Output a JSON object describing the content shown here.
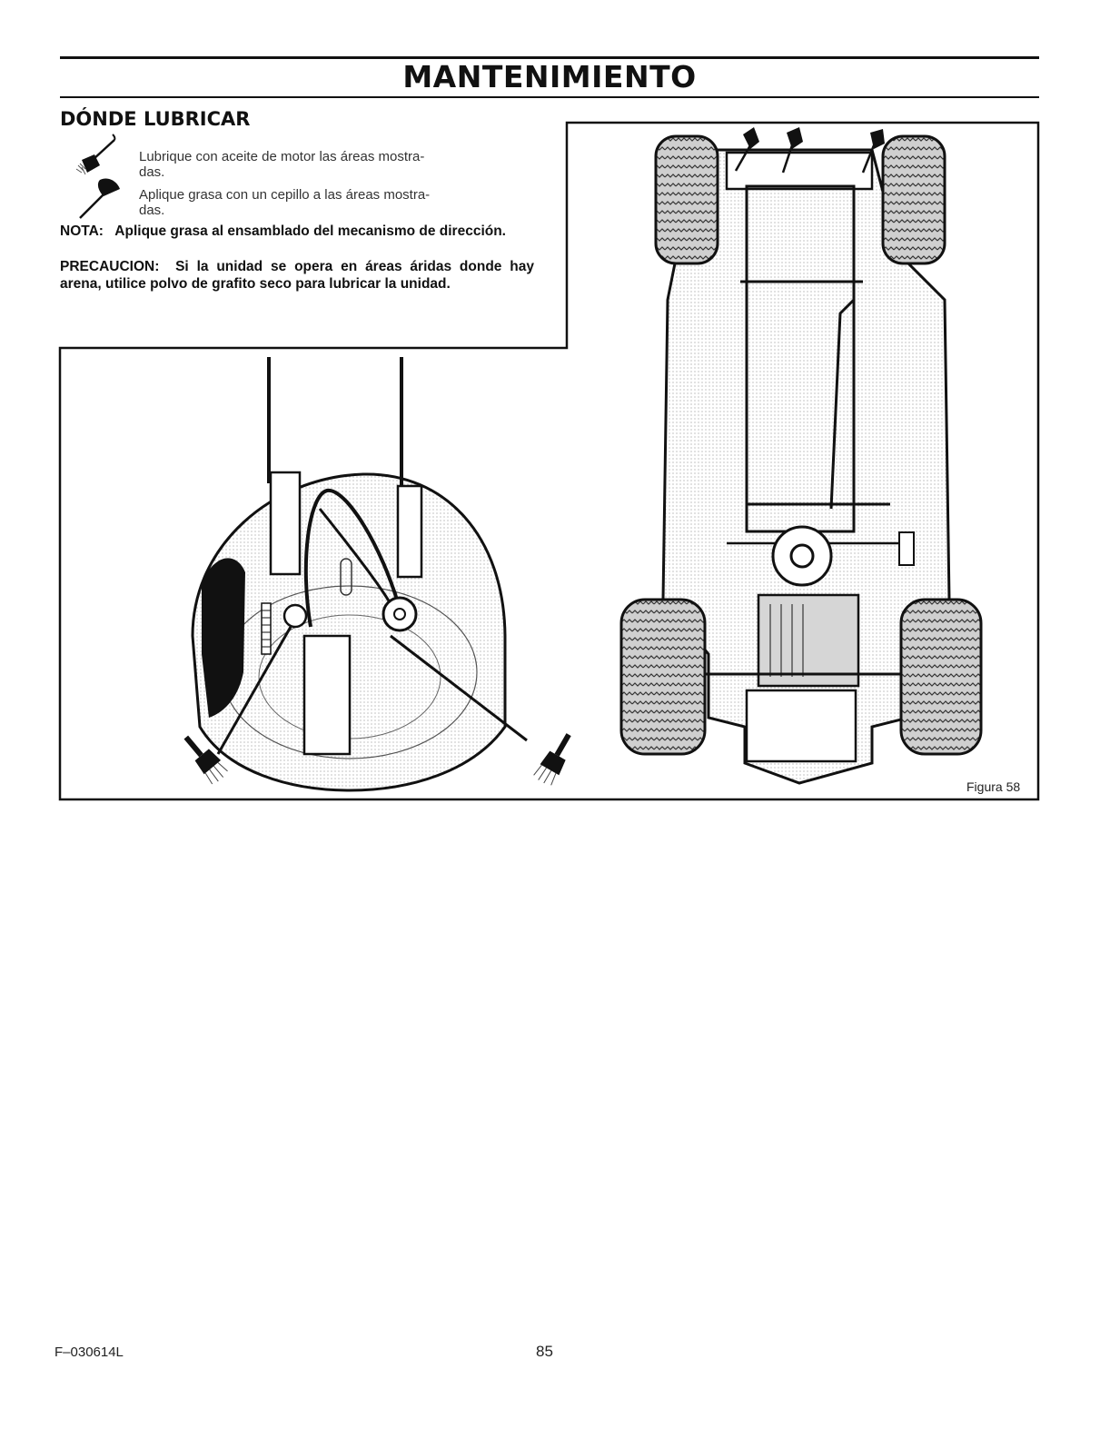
{
  "header": {
    "title": "MANTENIMIENTO"
  },
  "section": {
    "heading": "DÓNDE LUBRICAR",
    "legend": {
      "oil": {
        "line1": "Lubrique con aceite de motor las áreas mostra-",
        "line2": "das.",
        "icon": "oil-can-icon"
      },
      "grease": {
        "line1": "Aplique grasa con un cepillo a las áreas mostra-",
        "line2": "das.",
        "icon": "grease-brush-icon"
      }
    },
    "note": {
      "label": "NOTA:",
      "text": "Aplique grasa al ensamblado del mecanismo de dirección."
    },
    "caution": {
      "label": "PRECAUCION:",
      "text": "Si la unidad se opera en áreas áridas donde hay arena, utilice polvo de grafito seco para lubricar la unidad."
    }
  },
  "figure": {
    "label": "Figura 58",
    "illustrations": [
      "mower-deck-underside-illustration",
      "tractor-underside-illustration"
    ]
  },
  "footer": {
    "doc_code": "F–030614L",
    "page_number": "85"
  }
}
